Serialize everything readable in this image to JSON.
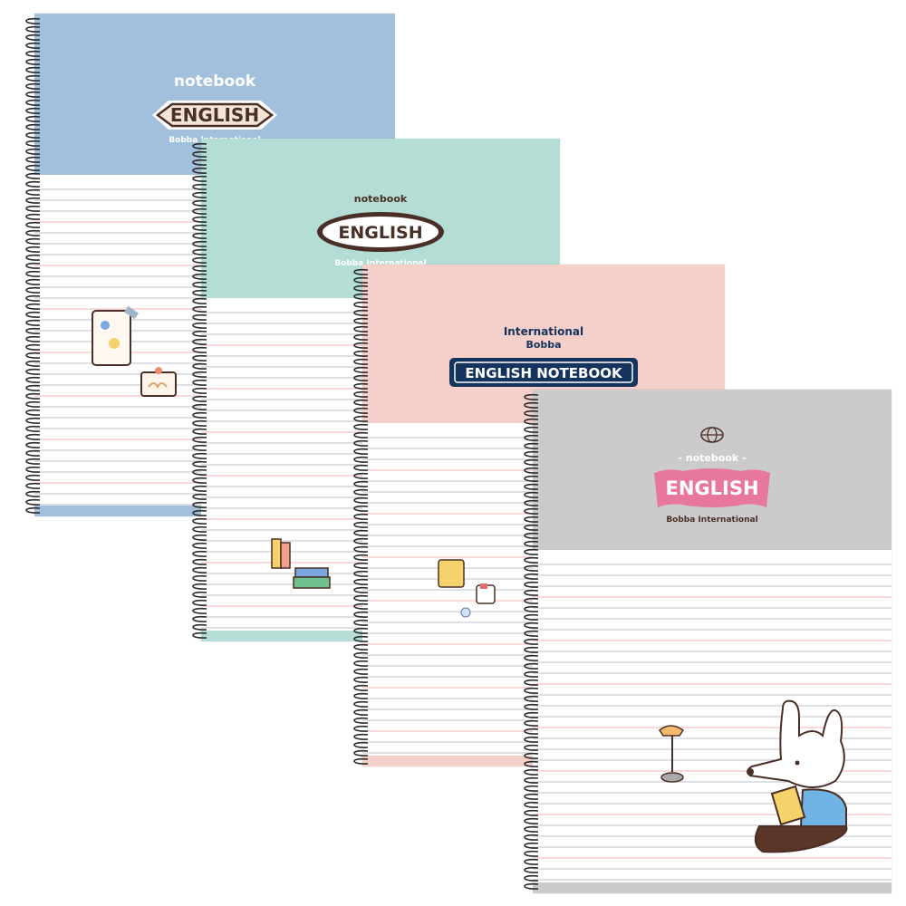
{
  "notebooks": [
    {
      "id": "blue",
      "cover_color": "#a2bfdb",
      "strip_color": "#a2bfdb",
      "top_text": "notebook",
      "badge_text": "ENGLISH",
      "bottom_text": "Bobba International"
    },
    {
      "id": "mint",
      "cover_color": "#b3ddd5",
      "strip_color": "#b3ddd5",
      "top_text": "notebook",
      "badge_text": "ENGLISH",
      "bottom_text": "Bobba International"
    },
    {
      "id": "pink",
      "cover_color": "#f5cfc9",
      "strip_color": "#f5cfc9",
      "top_text": "International",
      "second_text": "Bobba",
      "badge_text": "ENGLISH NOTEBOOK"
    },
    {
      "id": "gray",
      "cover_color": "#cbcbcb",
      "strip_color": "#cbcbcb",
      "top_text": "- notebook -",
      "badge_text": "ENGLISH",
      "bottom_text": "Bobba International"
    }
  ],
  "colors": {
    "line_gray": "#c9cdd6",
    "line_pink": "#f2c2c4",
    "badge_dark": "#4a2f27",
    "badge_navy": "#14345e",
    "badge_pink": "#e8789b"
  }
}
